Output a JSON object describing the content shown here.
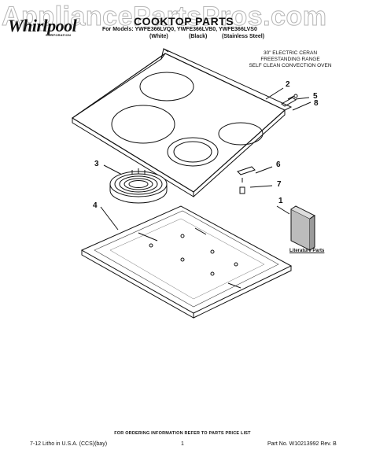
{
  "watermark": "AppliancePartsPros.com",
  "brand": {
    "name": "Whirlpool",
    "sub": "CORPORATION"
  },
  "header": {
    "title": "COOKTOP PARTS",
    "models_label": "For Models: YWFE366LVQ0, YWFE366LVB0, YWFE366LVS0",
    "color_white": "(White)",
    "color_black": "(Black)",
    "color_stainless": "(Stainless Steel)"
  },
  "description": [
    "30\" ELECTRIC CERAN",
    "FREESTANDING RANGE",
    "SELF CLEAN CONVECTION OVEN"
  ],
  "callouts": [
    "1",
    "2",
    "3",
    "4",
    "5",
    "6",
    "7",
    "8"
  ],
  "literature_label": "Literature Parts",
  "footer": {
    "note": "FOR ORDERING INFORMATION REFER TO PARTS PRICE LIST",
    "left": "7-12  Litho in U.S.A. (CCS)(bay)",
    "page": "1",
    "right": "Part No. W10213992 Rev. B"
  }
}
